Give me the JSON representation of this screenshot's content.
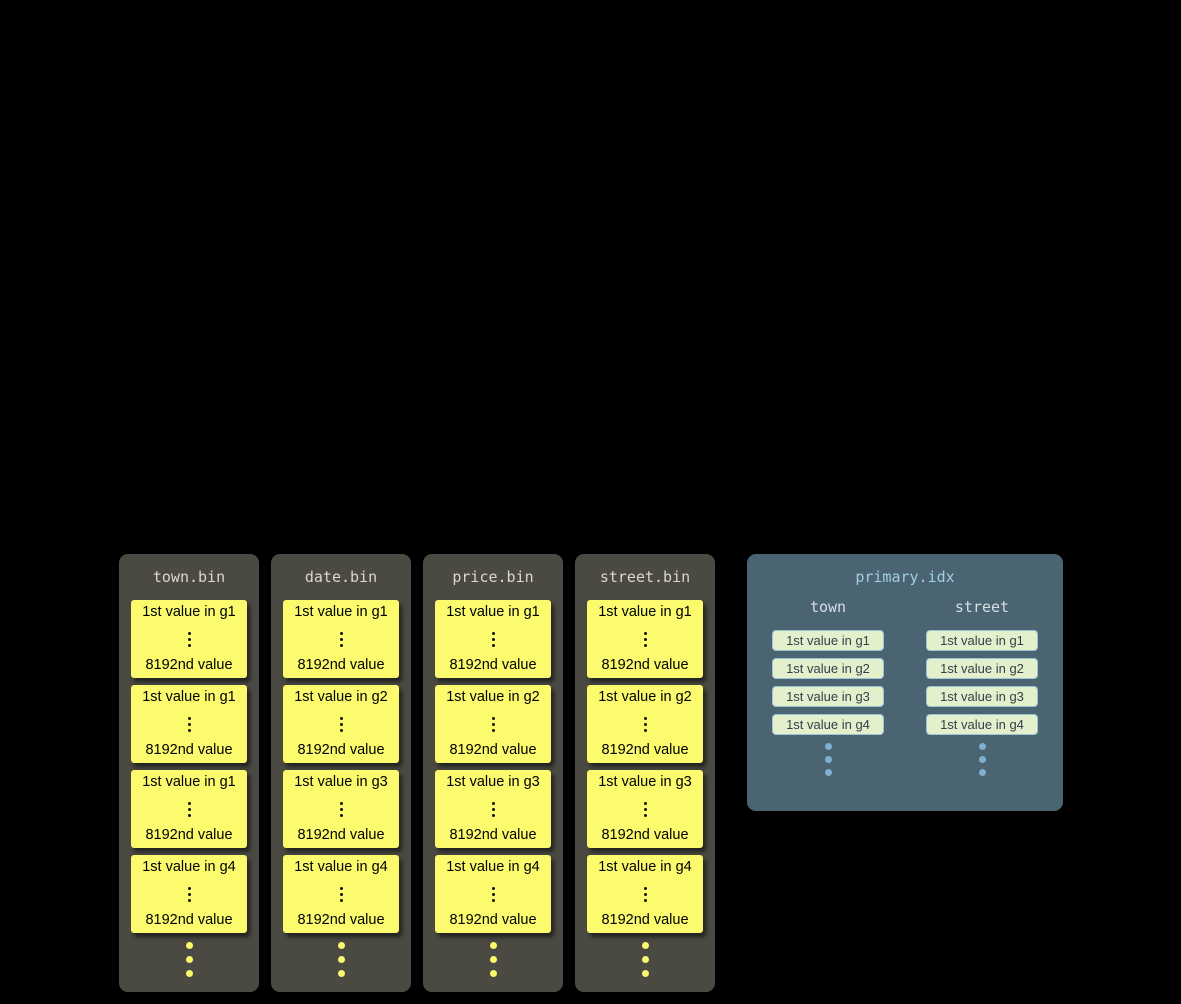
{
  "bins": [
    {
      "title": "town.bin",
      "cards": [
        {
          "top": "1st value in g1",
          "bottom": "8192nd value"
        },
        {
          "top": "1st value in g1",
          "bottom": "8192nd value"
        },
        {
          "top": "1st value in g1",
          "bottom": "8192nd value"
        },
        {
          "top": "1st value in g4",
          "bottom": "8192nd value"
        }
      ]
    },
    {
      "title": "date.bin",
      "cards": [
        {
          "top": "1st value in g1",
          "bottom": "8192nd value"
        },
        {
          "top": "1st value in g2",
          "bottom": "8192nd value"
        },
        {
          "top": "1st value in g3",
          "bottom": "8192nd value"
        },
        {
          "top": "1st value in g4",
          "bottom": "8192nd value"
        }
      ]
    },
    {
      "title": "price.bin",
      "cards": [
        {
          "top": "1st value in g1",
          "bottom": "8192nd value"
        },
        {
          "top": "1st value in g2",
          "bottom": "8192nd value"
        },
        {
          "top": "1st value in g3",
          "bottom": "8192nd value"
        },
        {
          "top": "1st value in g4",
          "bottom": "8192nd value"
        }
      ]
    },
    {
      "title": "street.bin",
      "cards": [
        {
          "top": "1st value in g1",
          "bottom": "8192nd value"
        },
        {
          "top": "1st value in g2",
          "bottom": "8192nd value"
        },
        {
          "top": "1st value in g3",
          "bottom": "8192nd value"
        },
        {
          "top": "1st value in g4",
          "bottom": "8192nd value"
        }
      ]
    }
  ],
  "index": {
    "title": "primary.idx",
    "columns": [
      {
        "header": "town",
        "entries": [
          "1st value in g1",
          "1st value in g2",
          "1st value in g3",
          "1st value in g4"
        ]
      },
      {
        "header": "street",
        "entries": [
          "1st value in g1",
          "1st value in g2",
          "1st value in g3",
          "1st value in g4"
        ]
      }
    ]
  },
  "colors": {
    "background": "#000000",
    "bin_box": "#4a4a43",
    "bin_title_text": "#d9d7cf",
    "granule_card": "#fbfb6d",
    "granule_text": "#000000",
    "index_box": "#4b6472",
    "index_title_text": "#a3cde2",
    "index_header_text": "#d6dfe4",
    "index_entry_bg": "#e4f0cb",
    "index_entry_border": "#9cc3d6",
    "index_entry_text": "#31414d",
    "ellipsis_yellow": "#fbfb6d",
    "ellipsis_blue": "#7fb0cf"
  }
}
